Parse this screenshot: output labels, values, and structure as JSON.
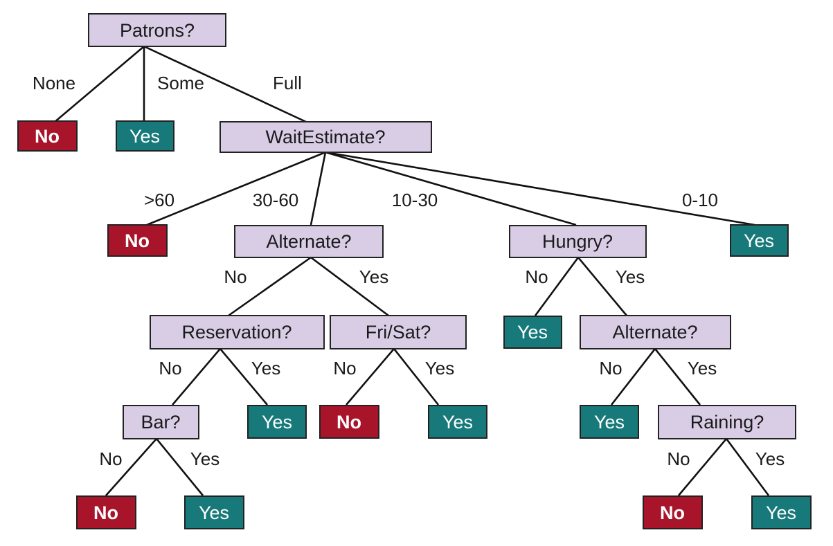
{
  "colors": {
    "decision_fill": "#d9cde6",
    "leaf_no_fill": "#a8142a",
    "leaf_yes_fill": "#17797a"
  },
  "nodes": {
    "patrons": "Patrons?",
    "no_none": "No",
    "yes_some": "Yes",
    "wait_estimate": "WaitEstimate?",
    "no_gt60": "No",
    "alternate_1": "Alternate?",
    "hungry": "Hungry?",
    "yes_0_10": "Yes",
    "reservation": "Reservation?",
    "fri_sat": "Fri/Sat?",
    "yes_hungry_no": "Yes",
    "alternate_2": "Alternate?",
    "bar": "Bar?",
    "yes_reservation": "Yes",
    "no_fri_sat": "No",
    "yes_fri_sat": "Yes",
    "yes_alternate_2_no": "Yes",
    "raining": "Raining?",
    "no_bar": "No",
    "yes_bar": "Yes",
    "no_raining": "No",
    "yes_raining": "Yes"
  },
  "edges": {
    "patrons_none": "None",
    "patrons_some": "Some",
    "patrons_full": "Full",
    "wait_gt60": ">60",
    "wait_30_60": "30-60",
    "wait_10_30": "10-30",
    "wait_0_10": "0-10",
    "alternate_1_no": "No",
    "alternate_1_yes": "Yes",
    "hungry_no": "No",
    "hungry_yes": "Yes",
    "reservation_no": "No",
    "reservation_yes": "Yes",
    "fri_sat_no": "No",
    "fri_sat_yes": "Yes",
    "alternate_2_no": "No",
    "alternate_2_yes": "Yes",
    "bar_no": "No",
    "bar_yes": "Yes",
    "raining_no": "No",
    "raining_yes": "Yes"
  }
}
